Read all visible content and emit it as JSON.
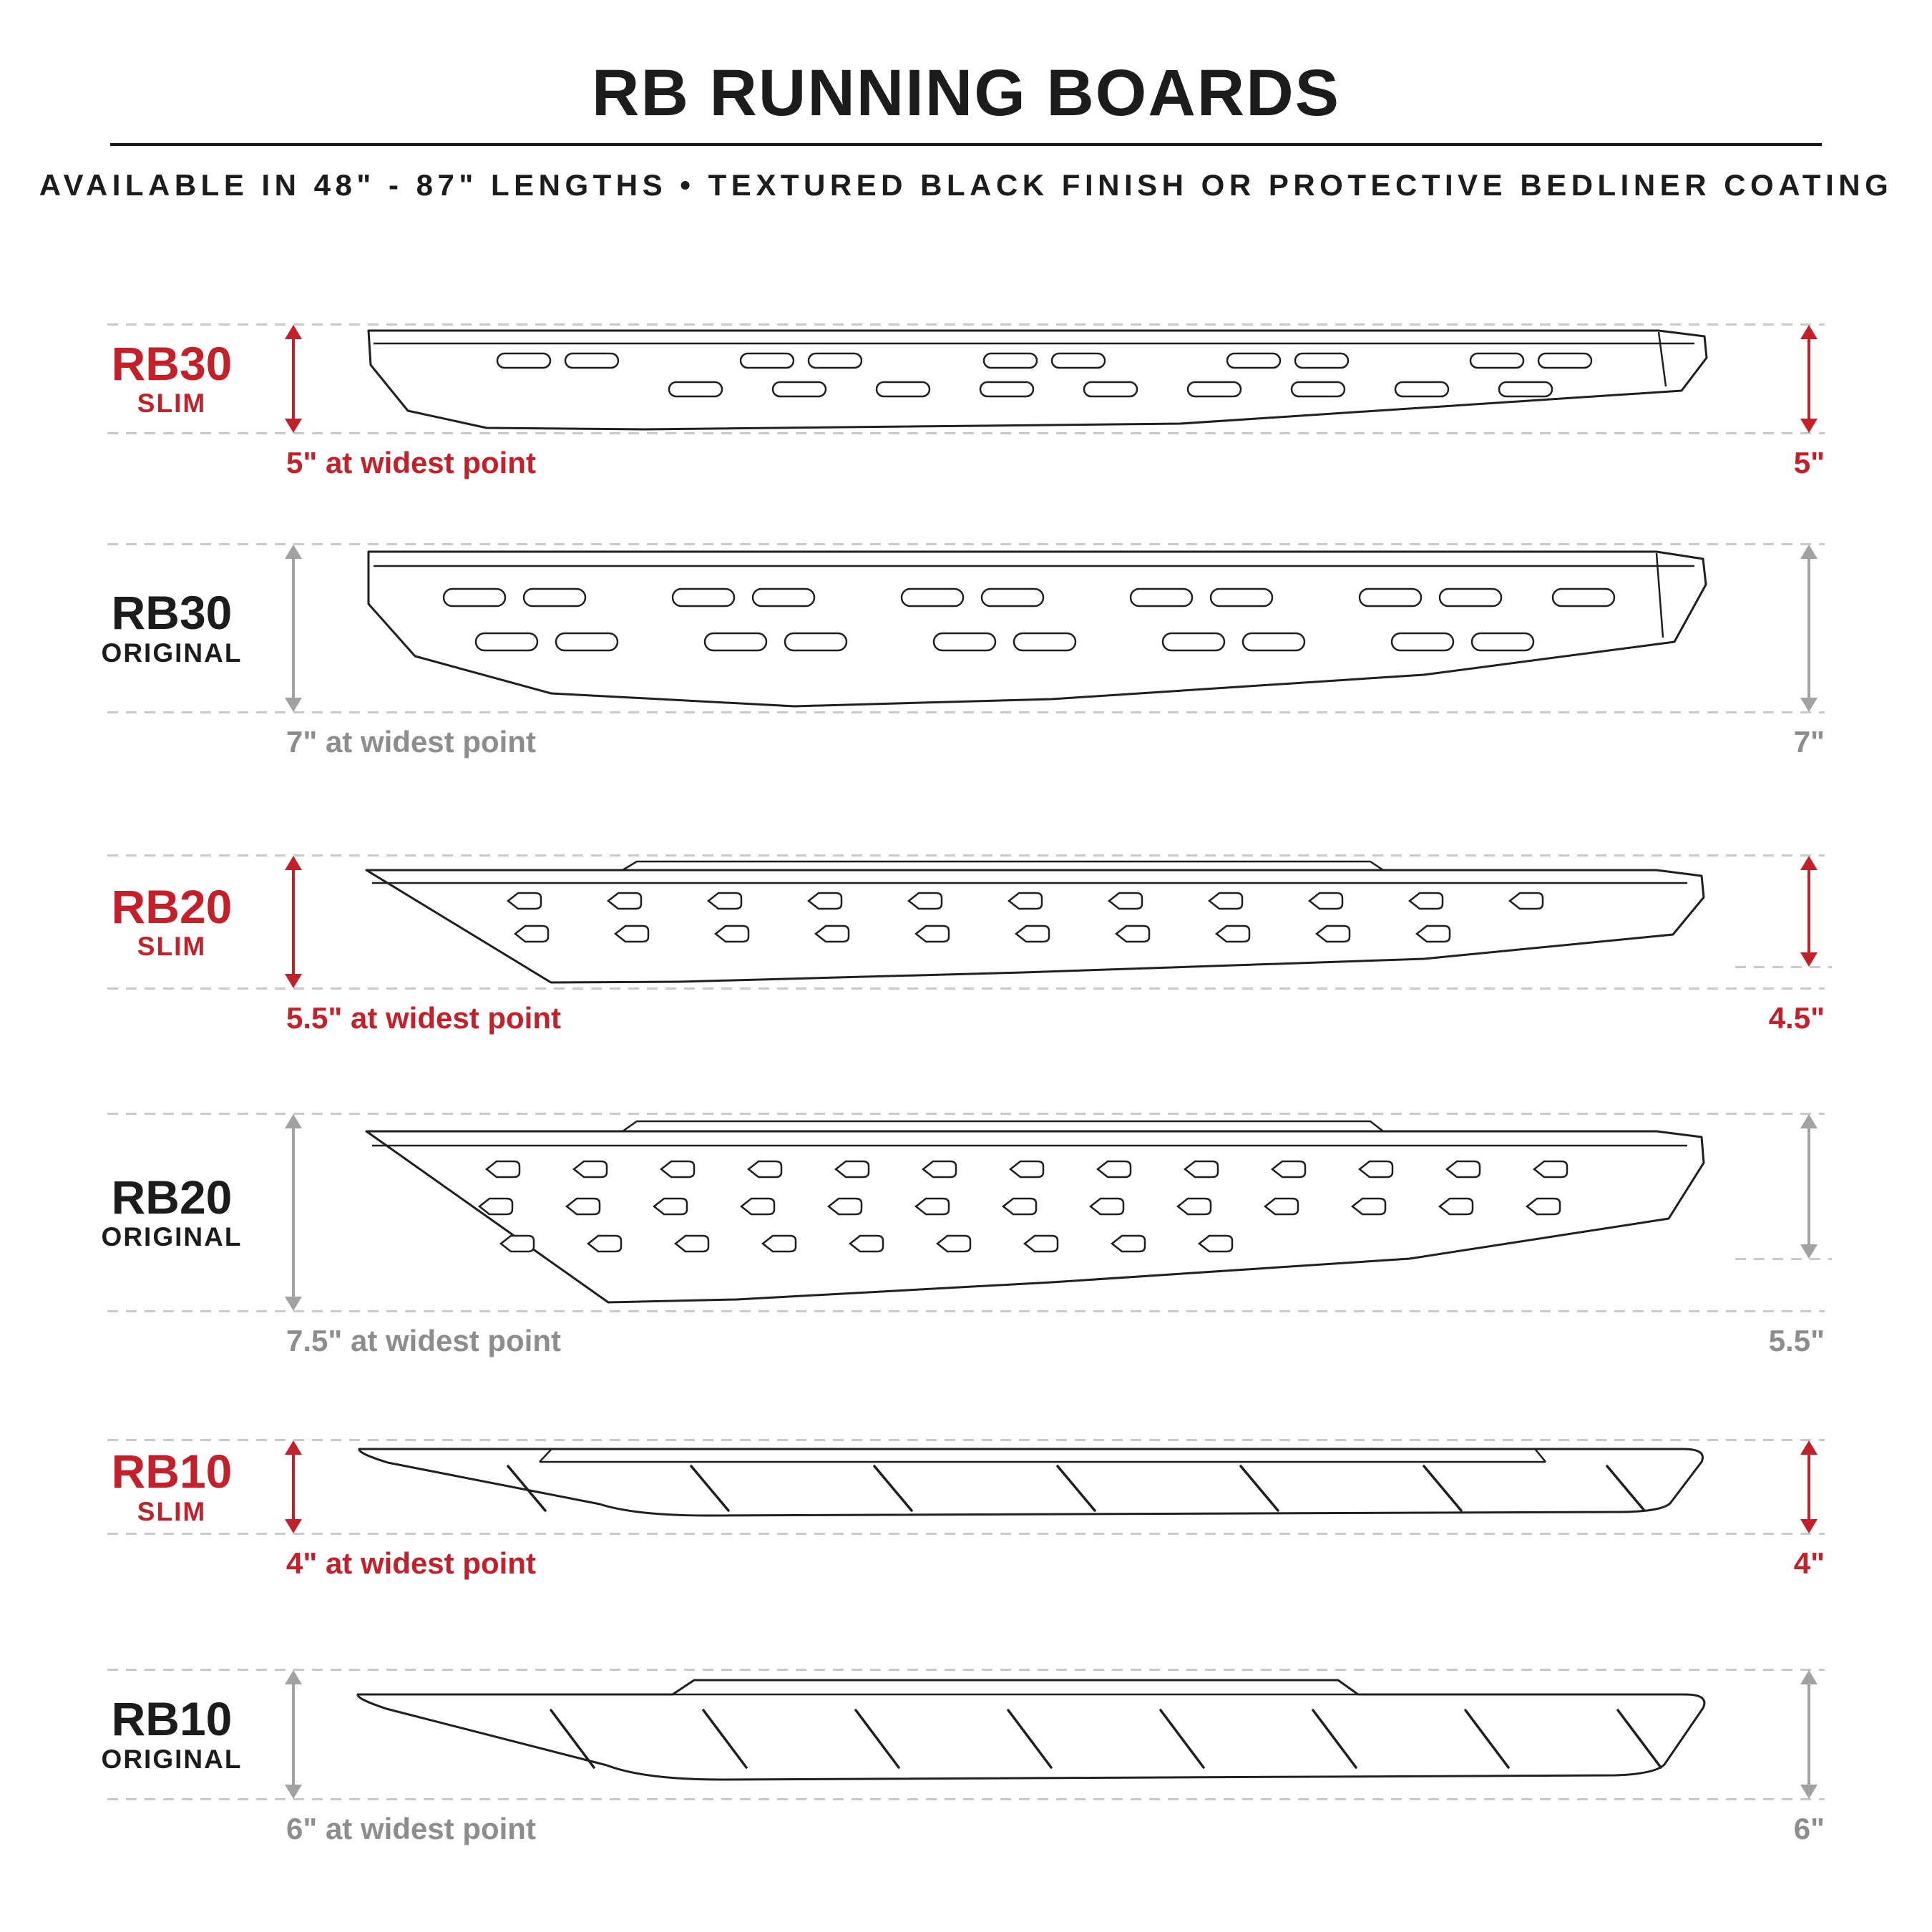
{
  "header": {
    "title": "RB RUNNING BOARDS",
    "subtitle": "AVAILABLE IN 48\" - 87\" LENGTHS  •  TEXTURED BLACK FINISH OR PROTECTIVE BEDLINER COATING"
  },
  "colors": {
    "accent_red": "#c4202a",
    "ink": "#1c1c1c",
    "dimension_arrow_gray": "#a2a2a2",
    "caption_gray": "#8d8d8d",
    "guide_dash_gray": "#c9c9c9"
  },
  "boards": [
    {
      "model": "RB30",
      "variant": "SLIM",
      "widest_caption": "5\" at widest point",
      "right_height": "5\""
    },
    {
      "model": "RB30",
      "variant": "ORIGINAL",
      "widest_caption": "7\" at widest point",
      "right_height": "7\""
    },
    {
      "model": "RB20",
      "variant": "SLIM",
      "widest_caption": "5.5\" at widest point",
      "right_height": "4.5\""
    },
    {
      "model": "RB20",
      "variant": "ORIGINAL",
      "widest_caption": "7.5\" at widest point",
      "right_height": "5.5\""
    },
    {
      "model": "RB10",
      "variant": "SLIM",
      "widest_caption": "4\" at widest point",
      "right_height": "4\""
    },
    {
      "model": "RB10",
      "variant": "ORIGINAL",
      "widest_caption": "6\" at widest point",
      "right_height": "6\""
    }
  ]
}
